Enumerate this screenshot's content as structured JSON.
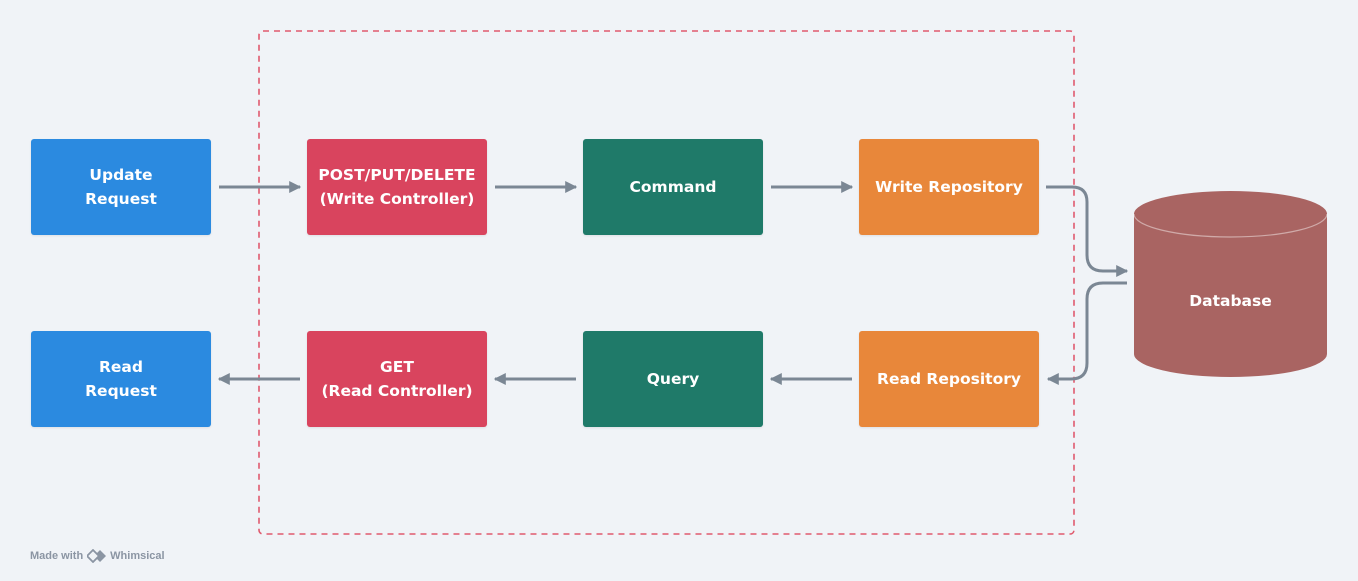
{
  "nodes": {
    "update_request": [
      "Update",
      "Request"
    ],
    "read_request": [
      "Read",
      "Request"
    ],
    "write_controller": [
      "POST/PUT/DELETE",
      "(Write Controller)"
    ],
    "read_controller": [
      "GET",
      "(Read Controller)"
    ],
    "command": "Command",
    "query": "Query",
    "write_repository": "Write Repository",
    "read_repository": "Read Repository",
    "database": "Database"
  },
  "footer": {
    "made_with": "Made with",
    "brand": "Whimsical"
  },
  "colors": {
    "request": "#2b8ae0",
    "controller": "#d9445e",
    "handler": "#1f7a69",
    "repository": "#e8873a",
    "database": "#a96462",
    "arrow": "#7b8794",
    "boundary": "#e05a6e",
    "background": "#f0f3f7"
  }
}
